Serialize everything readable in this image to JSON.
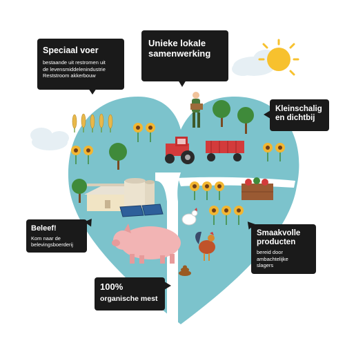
{
  "bubbles": {
    "speciaal": {
      "title": "Speciaal voer",
      "line1": "bestaande uit restromen uit",
      "line2": "de levensmiddelenindustrie",
      "line3": "Reststroom akkerbouw"
    },
    "unieke": {
      "line1": "Unieke lokale",
      "line2": "samenwerking"
    },
    "klein": {
      "line1": "Kleinschalig",
      "line2": "en dichtbij"
    },
    "beleef": {
      "title": "Beleef!",
      "line1": "Kom naar de",
      "line2": "belevingsboerderij"
    },
    "smaak": {
      "line1": "Smaakvolle",
      "line2": "producten",
      "sub1": "bereid door",
      "sub2": "ambachtelijke",
      "sub3": "slagers"
    },
    "mest": {
      "line1": "100%",
      "line2": "organische mest"
    }
  },
  "colors": {
    "heart": "#7cc3cc",
    "bubble": "#1a1a1a",
    "sun": "#f7c12e",
    "cloud": "#e9f1f5"
  }
}
